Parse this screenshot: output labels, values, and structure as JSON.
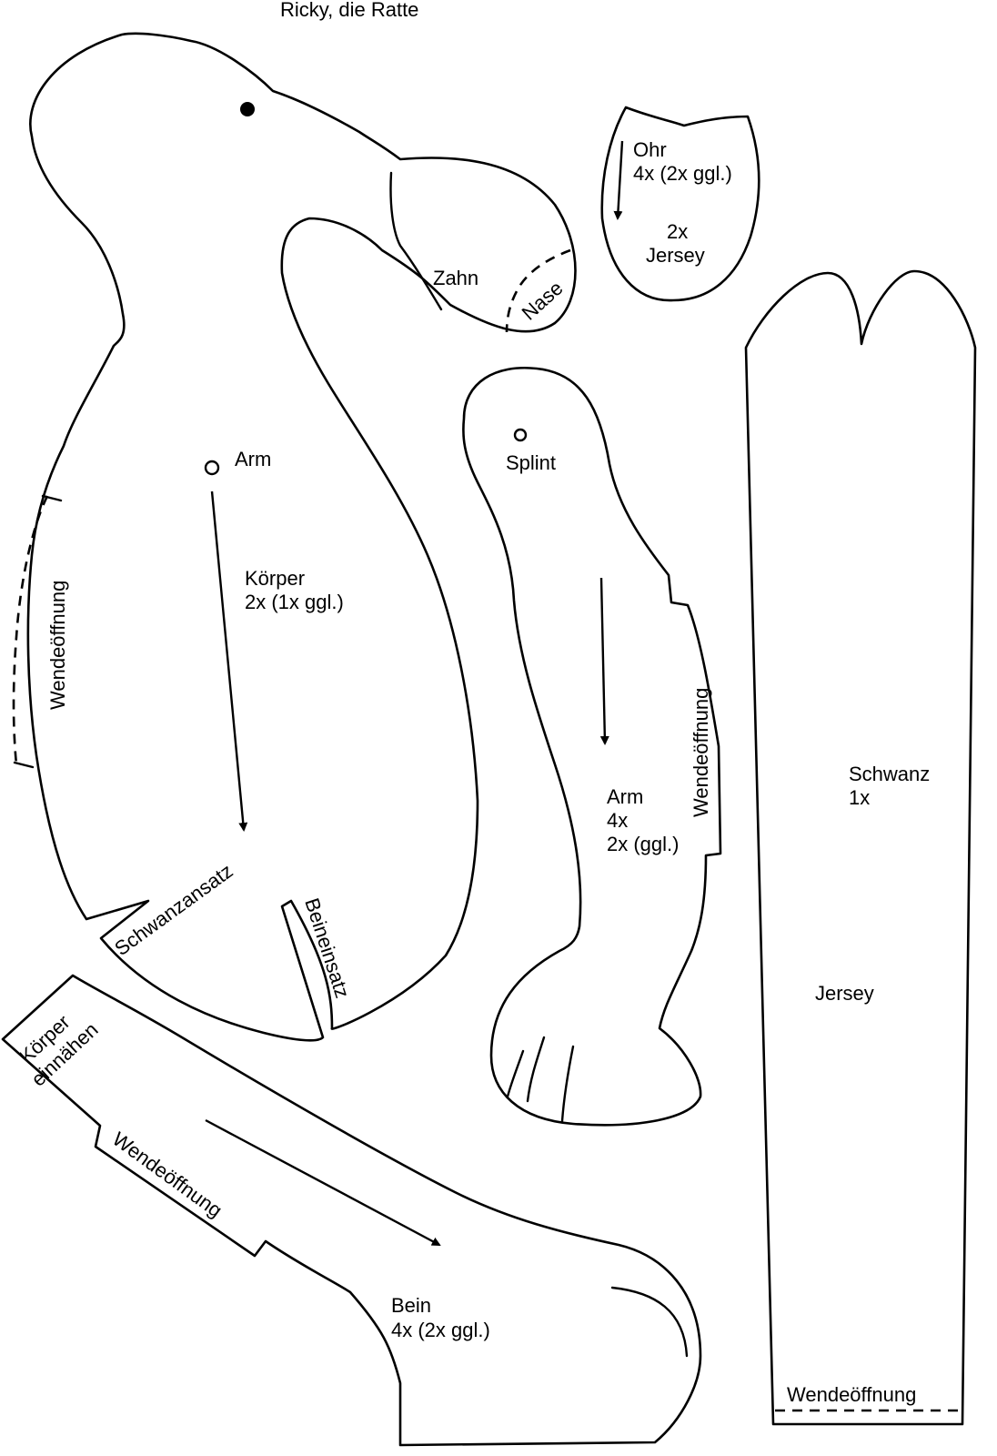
{
  "title": "Ricky, die Ratte",
  "ink_color": "#000000",
  "paper_color": "#ffffff",
  "pieces": {
    "body": {
      "name": "Körper",
      "count": "2x (1x ggl.)",
      "arm_mark": "Arm",
      "opening": "Wendeöffnung",
      "tail_mark": "Schwanzansatz",
      "leg_mark": "Beineinsatz",
      "tooth": "Zahn",
      "nose": "Nase"
    },
    "ear": {
      "name": "Ohr",
      "count": "4x (2x ggl.)",
      "fabric_count": "2x",
      "fabric": "Jersey"
    },
    "arm": {
      "splint_mark": "Splint",
      "name": "Arm",
      "count": "4x",
      "count_mirrored": "2x (ggl.)",
      "opening": "Wendeöffnung"
    },
    "tail": {
      "name": "Schwanz",
      "count": "1x",
      "fabric": "Jersey",
      "opening": "Wendeöffnung"
    },
    "leg": {
      "sew_in_line1": "Körper",
      "sew_in_line2": "einnähen",
      "opening": "Wendeöffnung",
      "name": "Bein",
      "count": "4x (2x ggl.)"
    }
  }
}
